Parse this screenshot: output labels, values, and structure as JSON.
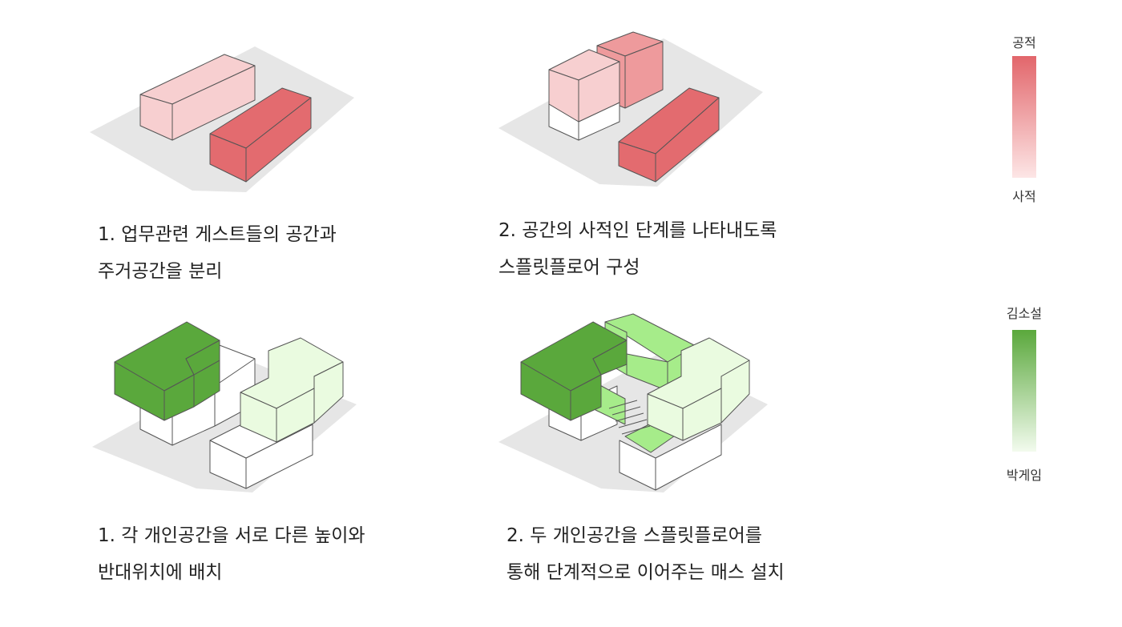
{
  "colors": {
    "site": "#e6e6e6",
    "edge": "#555555",
    "public_red": "#e36b6f",
    "mid_red": "#ee9a9c",
    "private_red": "#f7cfd0",
    "dark_green": "#5aa83c",
    "light_green": "#a6ec8a",
    "pale_green": "#eafbe0",
    "white_mass": "#ffffff",
    "legend_red_top": "#e2666b",
    "legend_red_bottom": "#fde6e6",
    "legend_green_top": "#5aa83c",
    "legend_green_bottom": "#f2fbee"
  },
  "diagrams": [
    {
      "caption": [
        "1. 업무관련 게스트들의 공간과",
        "주거공간을 분리"
      ]
    },
    {
      "caption": [
        "2. 공간의 사적인 단계를 나타내도록",
        "스플릿플로어  구성"
      ]
    },
    {
      "caption": [
        "1. 각 개인공간을 서로 다른 높이와",
        "반대위치에 배치"
      ]
    },
    {
      "caption": [
        "2. 두 개인공간을 스플릿플로어를",
        "통해 단계적으로 이어주는 매스 설치"
      ]
    }
  ],
  "legend_privacy": {
    "top": "공적",
    "bottom": "사적"
  },
  "legend_owner": {
    "top": "김소설",
    "bottom": "박게임"
  }
}
